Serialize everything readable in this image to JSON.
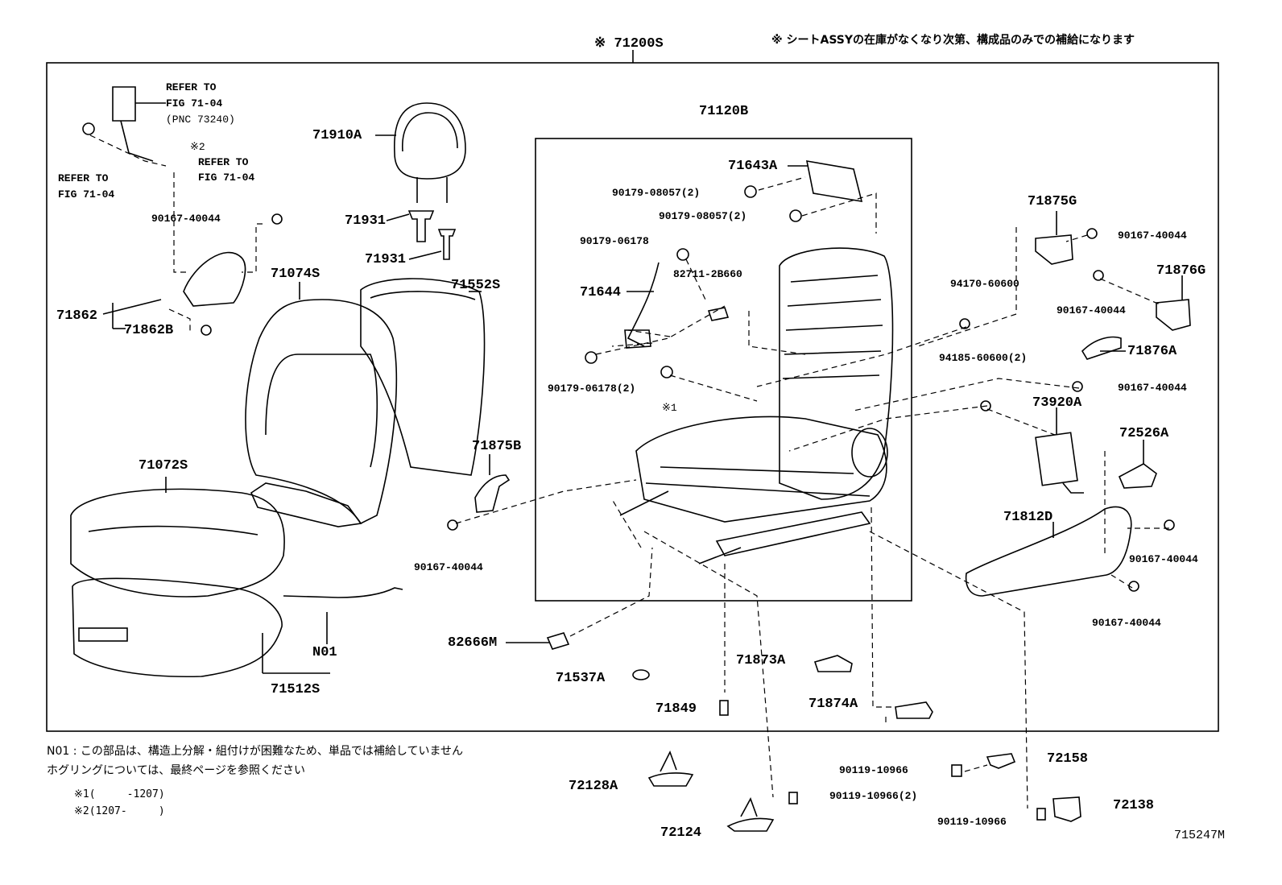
{
  "header": {
    "assembly_code": "※ 71200S",
    "supply_note": "※ シートASSYの在庫がなくなり次第、構成品のみでの補給になります"
  },
  "parts": {
    "p71120B": "71120B",
    "p71910A": "71910A",
    "p71931a": "71931",
    "p71931b": "71931",
    "p71074S": "71074S",
    "p71552S": "71552S",
    "p71072S": "71072S",
    "p71862": "71862",
    "p71862B": "71862B",
    "p71512S": "71512S",
    "pN01": "N01",
    "p71875B": "71875B",
    "p82666M": "82666M",
    "p71537A": "71537A",
    "p71849": "71849",
    "p71873A": "71873A",
    "p71874A": "71874A",
    "p71643A": "71643A",
    "p71644": "71644",
    "p71875G": "71875G",
    "p71876G": "71876G",
    "p71876A": "71876A",
    "p73920A": "73920A",
    "p72526A": "72526A",
    "p71812D": "71812D",
    "p72158": "72158",
    "p72138": "72138",
    "p72128A": "72128A",
    "p72124": "72124"
  },
  "fasteners": {
    "f_90167_a": "90167-40044",
    "f_90167_b": "90167-40044",
    "f_90167_c": "90167-40044",
    "f_90167_d": "90167-40044",
    "f_90167_e": "90167-40044",
    "f_90167_f": "90167-40044",
    "f_90167_g": "90167-40044",
    "f_90179_08057_a": "90179-08057(2)",
    "f_90179_08057_b": "90179-08057(2)",
    "f_90179_06178": "90179-06178",
    "f_90179_06178_2": "90179-06178(2)",
    "f_82711": "82711-2B660",
    "f_94170": "94170-60600",
    "f_94185": "94185-60600(2)",
    "f_90119_a": "90119-10966",
    "f_90119_b": "90119-10966(2)",
    "f_90119_c": "90119-10966"
  },
  "references": {
    "ref1_a": "REFER TO",
    "ref1_b": "FIG 71-04",
    "ref1_c": "(PNC 73240)",
    "ref2_a": "REFER TO",
    "ref2_b": "FIG 71-04",
    "ref3_a": "REFER TO",
    "ref3_b": "FIG 71-04",
    "mark2": "※2",
    "mark1": "※1"
  },
  "notes": {
    "n01_line": "N01 : この部品は、構造上分解・組付けが困難なため、単品では補給していません",
    "hog_line": "ホグリングについては、最終ページを参照ください",
    "m1": "※1(     -1207)",
    "m2": "※2(1207-     )"
  },
  "figure_id": "715247M"
}
